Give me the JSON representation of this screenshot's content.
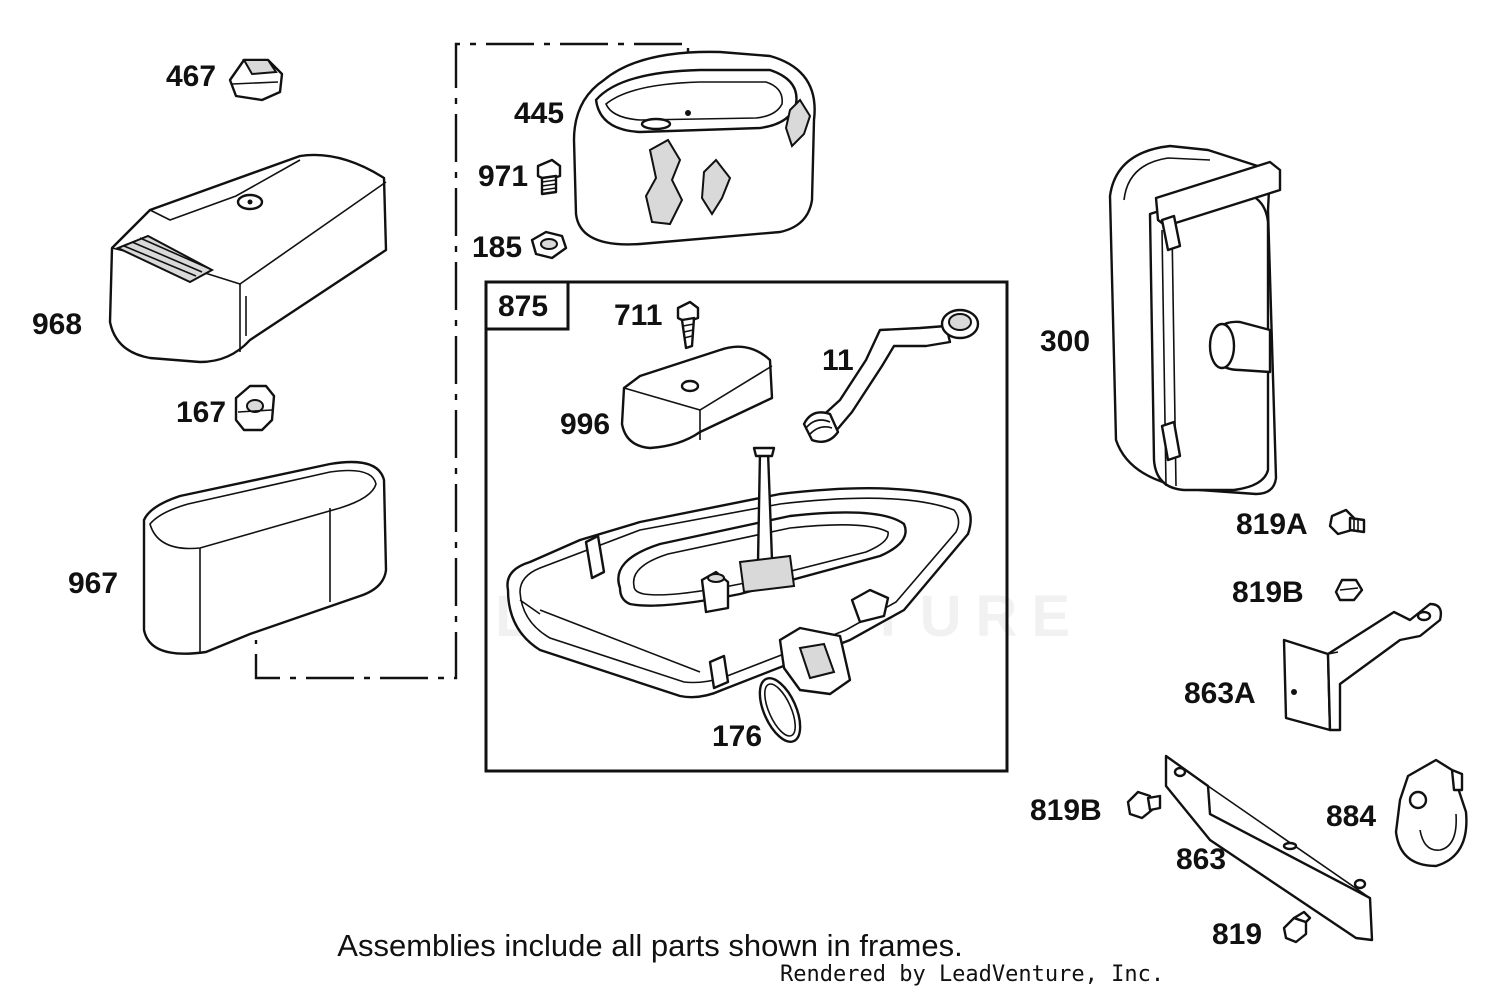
{
  "frame_label": "875",
  "parts": {
    "p467": "467",
    "p445": "445",
    "p971": "971",
    "p185": "185",
    "p968": "968",
    "p167": "167",
    "p967": "967",
    "p711": "711",
    "p11": "11",
    "p996": "996",
    "p176": "176",
    "p300": "300",
    "p819A": "819A",
    "p819B_top": "819B",
    "p863A": "863A",
    "p819B_bottom": "819B",
    "p863": "863",
    "p884": "884",
    "p819": "819"
  },
  "watermark": "LEADVENTURE",
  "footer": {
    "note": "Assemblies include all parts shown in frames.",
    "credit": "Rendered by LeadVenture, Inc."
  }
}
